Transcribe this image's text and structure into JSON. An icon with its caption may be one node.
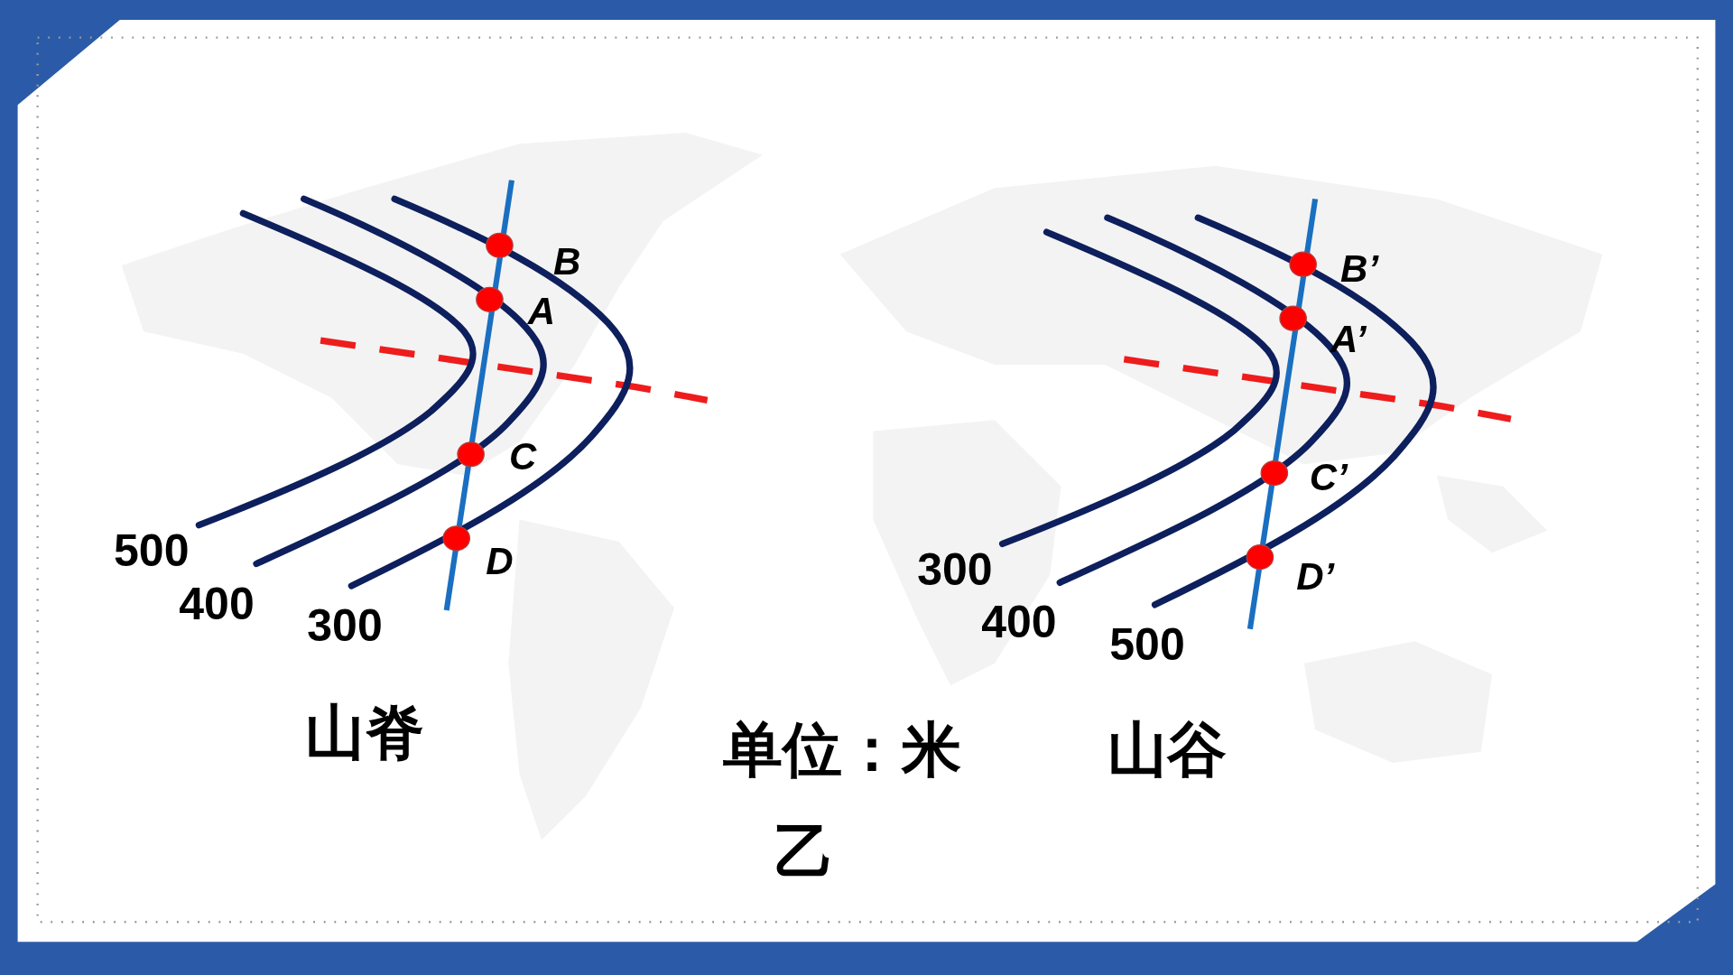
{
  "diagram": {
    "labels": [
      "B",
      "A",
      "C",
      "D",
      "500",
      "400",
      "300",
      "山脊",
      "单位：米",
      "B’",
      "A’",
      "C’",
      "D’",
      "300",
      "400",
      "500",
      "山谷",
      "乙"
    ]
  }
}
